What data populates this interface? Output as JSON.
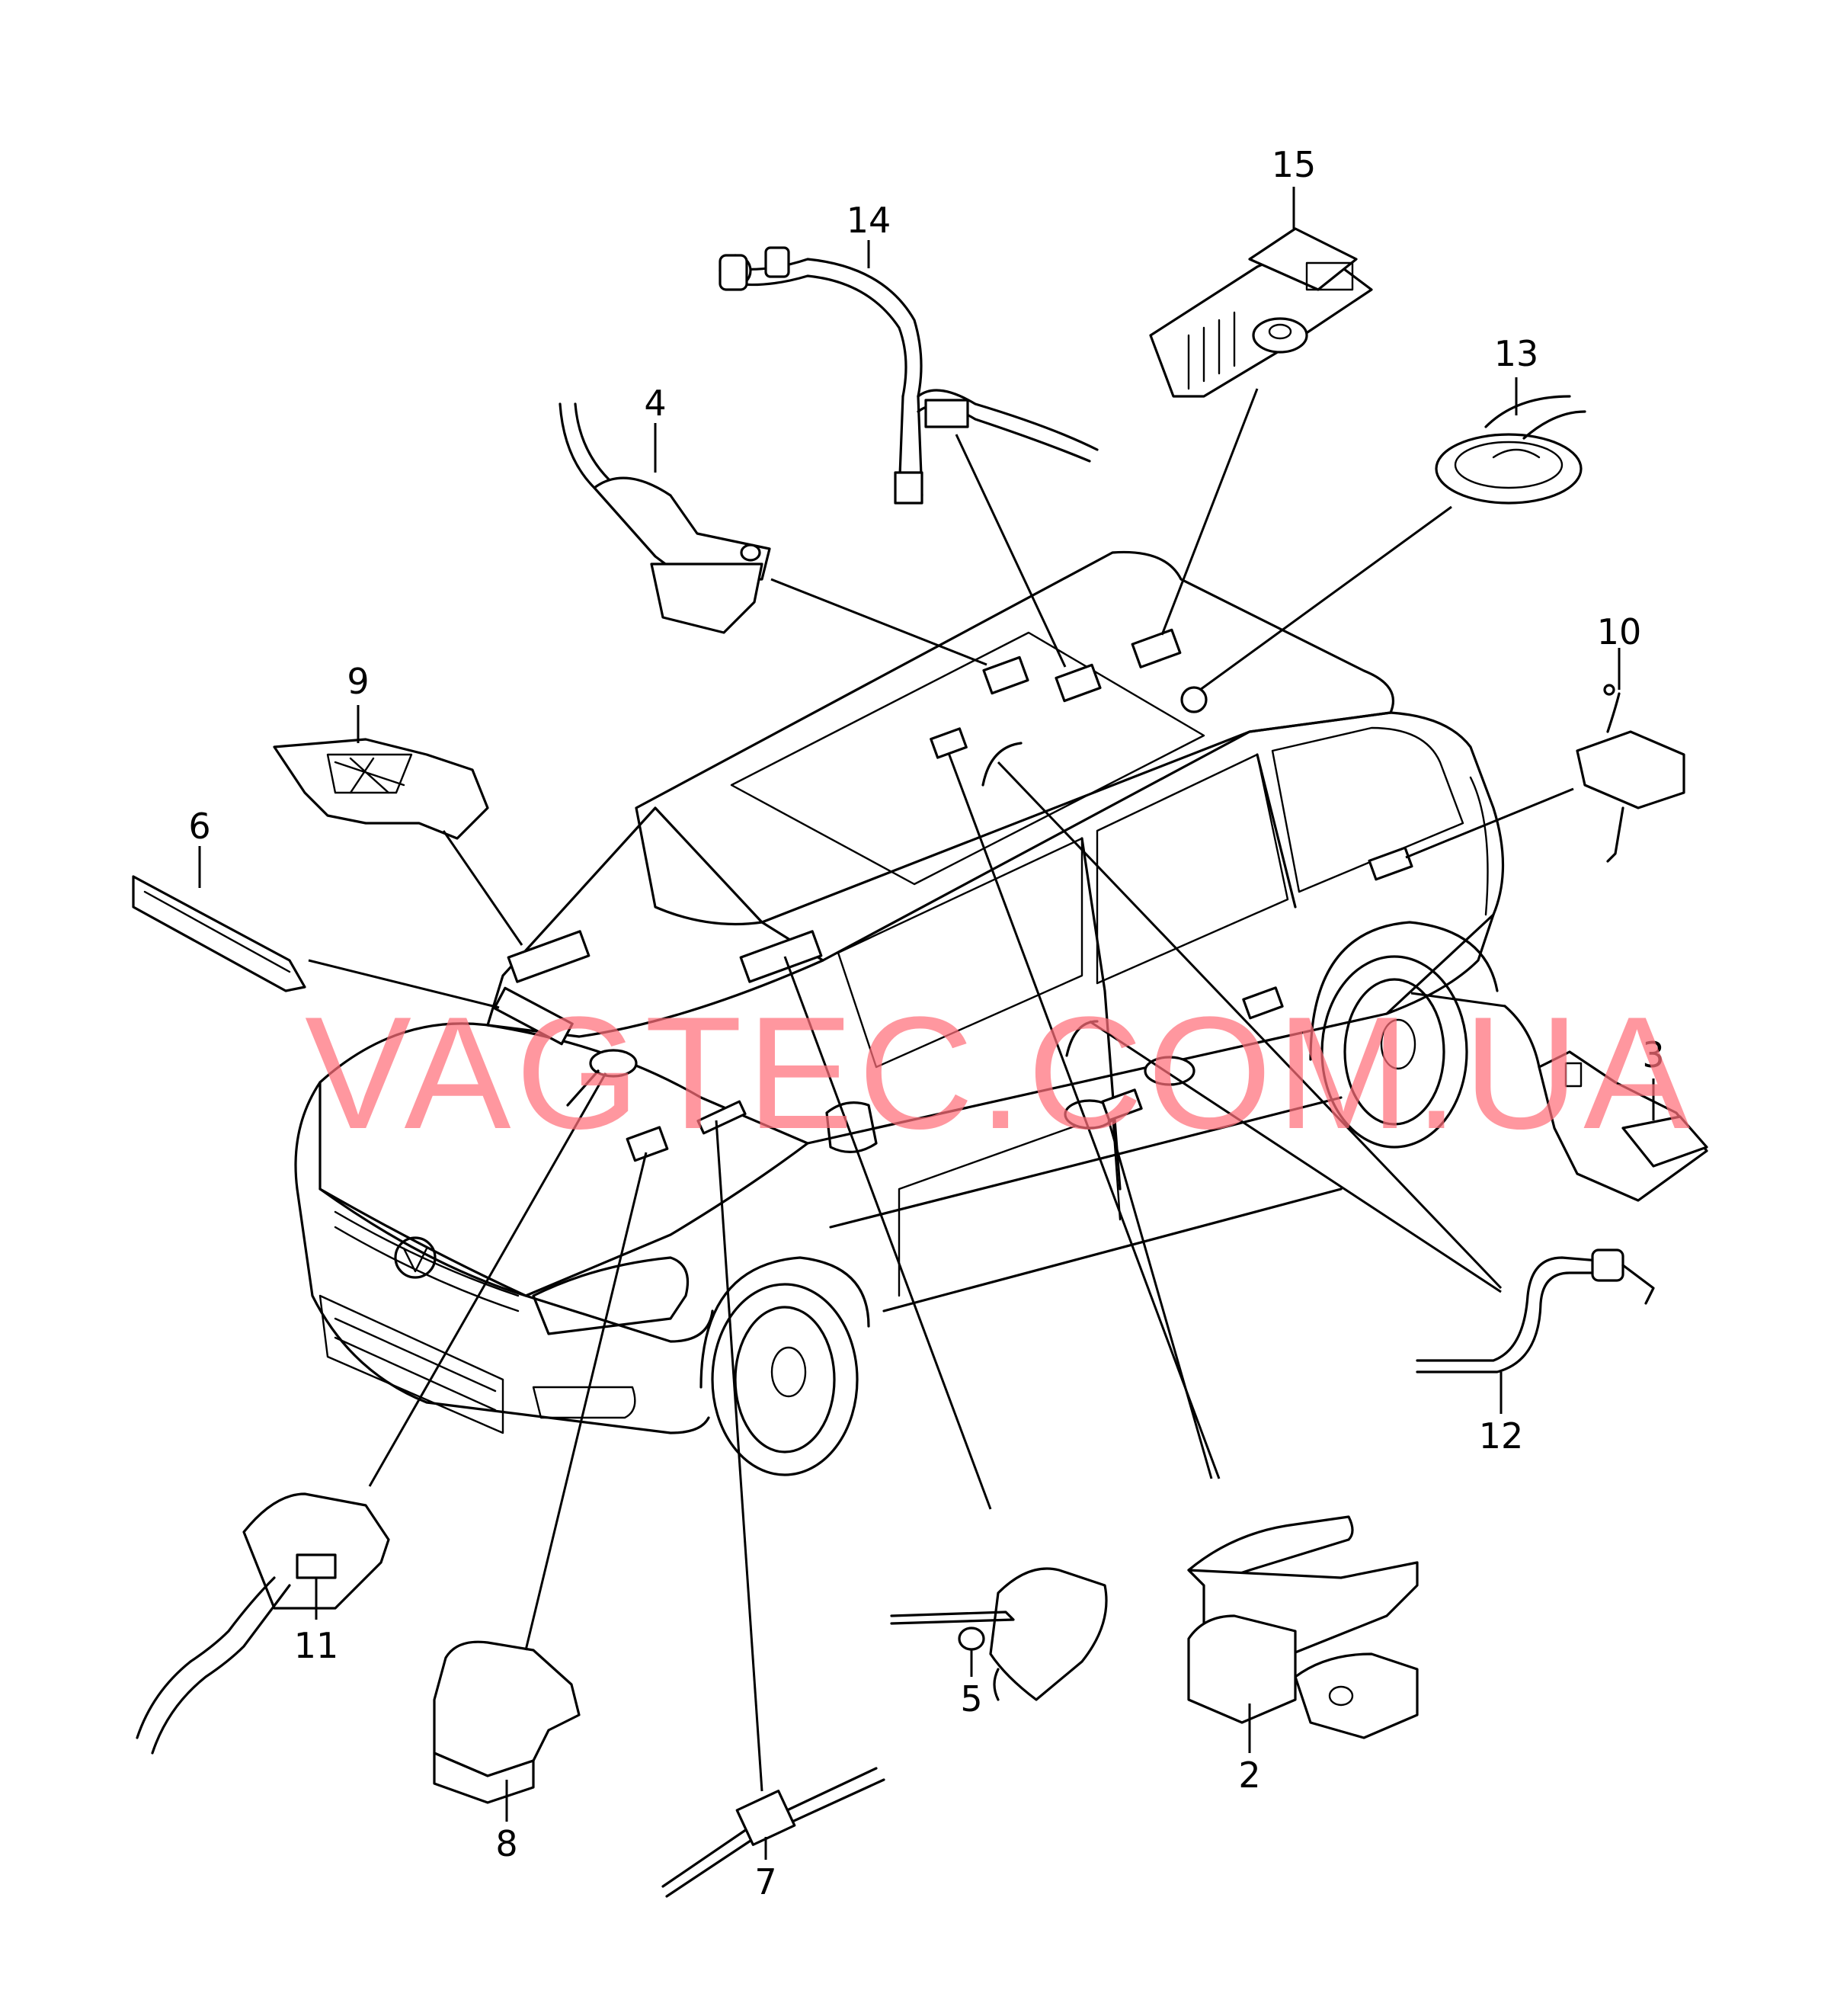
{
  "watermark": "VAGTEC.COM.UA",
  "callouts": [
    {
      "id": "1",
      "label": "2"
    },
    {
      "id": "2",
      "label": "3"
    },
    {
      "id": "3",
      "label": "4"
    },
    {
      "id": "4",
      "label": "5"
    },
    {
      "id": "5",
      "label": "6"
    },
    {
      "id": "6",
      "label": "7"
    },
    {
      "id": "7",
      "label": "8"
    },
    {
      "id": "8",
      "label": "9"
    },
    {
      "id": "9",
      "label": "10"
    },
    {
      "id": "10",
      "label": "11"
    },
    {
      "id": "11",
      "label": "12"
    },
    {
      "id": "12",
      "label": "13"
    },
    {
      "id": "13",
      "label": "14"
    },
    {
      "id": "14",
      "label": "15"
    }
  ]
}
